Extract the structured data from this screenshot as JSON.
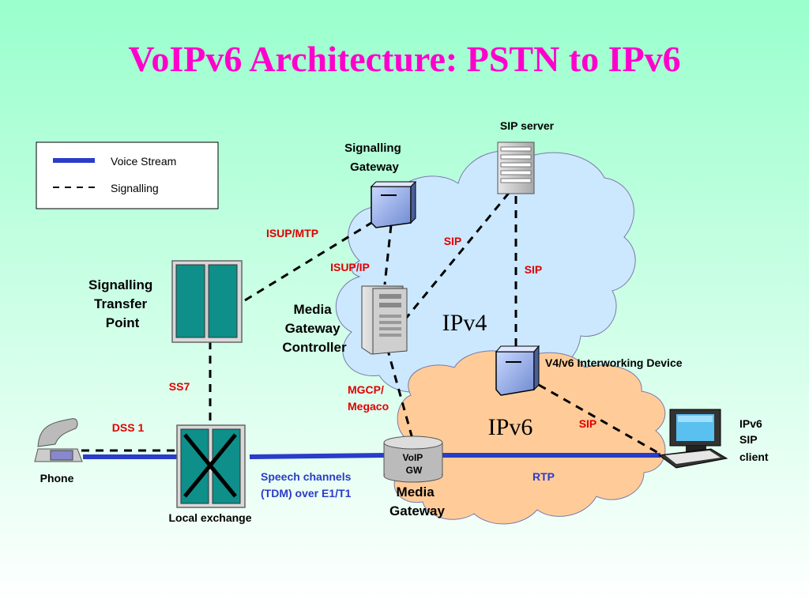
{
  "title": "VoIPv6 Architecture: PSTN to IPv6",
  "legend": {
    "voice_stream": "Voice Stream",
    "signalling": "Signalling"
  },
  "clouds": {
    "ipv4": "IPv4",
    "ipv6": "IPv6"
  },
  "nodes": {
    "sip_server": "SIP server",
    "signalling_gateway": [
      "Signalling",
      "Gateway"
    ],
    "signalling_transfer_point": [
      "Signalling",
      "Transfer",
      "Point"
    ],
    "media_gateway_controller": [
      "Media",
      "Gateway",
      "Controller"
    ],
    "v4v6_device": "V4/v6 Interworking Device",
    "ipv6_sip_client": [
      "IPv6",
      "SIP",
      "client"
    ],
    "phone": "Phone",
    "local_exchange": "Local exchange",
    "voip_gw": [
      "VoIP",
      "GW"
    ],
    "media_gateway": [
      "Media",
      "Gateway"
    ]
  },
  "links": {
    "isup_mtp": "ISUP/MTP",
    "isup_ip": "ISUP/IP",
    "sip_1": "SIP",
    "sip_2": "SIP",
    "sip_3": "SIP",
    "ss7": "SS7",
    "dss1": "DSS 1",
    "mgcp": [
      "MGCP/",
      "Megaco"
    ],
    "speech_channels": [
      "Speech channels",
      "(TDM) over E1/T1"
    ],
    "rtp": "RTP"
  },
  "colors": {
    "title": "#ff00cc",
    "voice_stream": "#2a3cc8",
    "protocol_label": "#e00000",
    "ipv4_cloud": "#cce8ff",
    "ipv6_cloud": "#ffcc99"
  }
}
